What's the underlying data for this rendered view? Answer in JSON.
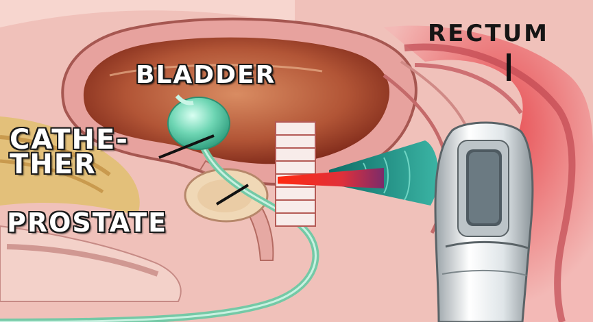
{
  "labels": {
    "bladder": "BLADDER",
    "rectum": "RECTUM",
    "catheter_line1": "CATHE-",
    "catheter_line2": "THER",
    "prostate": "PROSTATE"
  },
  "colors": {
    "tissue_pink": "#e9a6a8",
    "bladder_lumen": "#a8402e",
    "catheter_balloon": "#57c7a4",
    "ultrasound_beam": "#1f8f86",
    "laser_beam": "#e23020",
    "probe_body": "#eef2f4",
    "rectum_wall": "#d7545a"
  }
}
